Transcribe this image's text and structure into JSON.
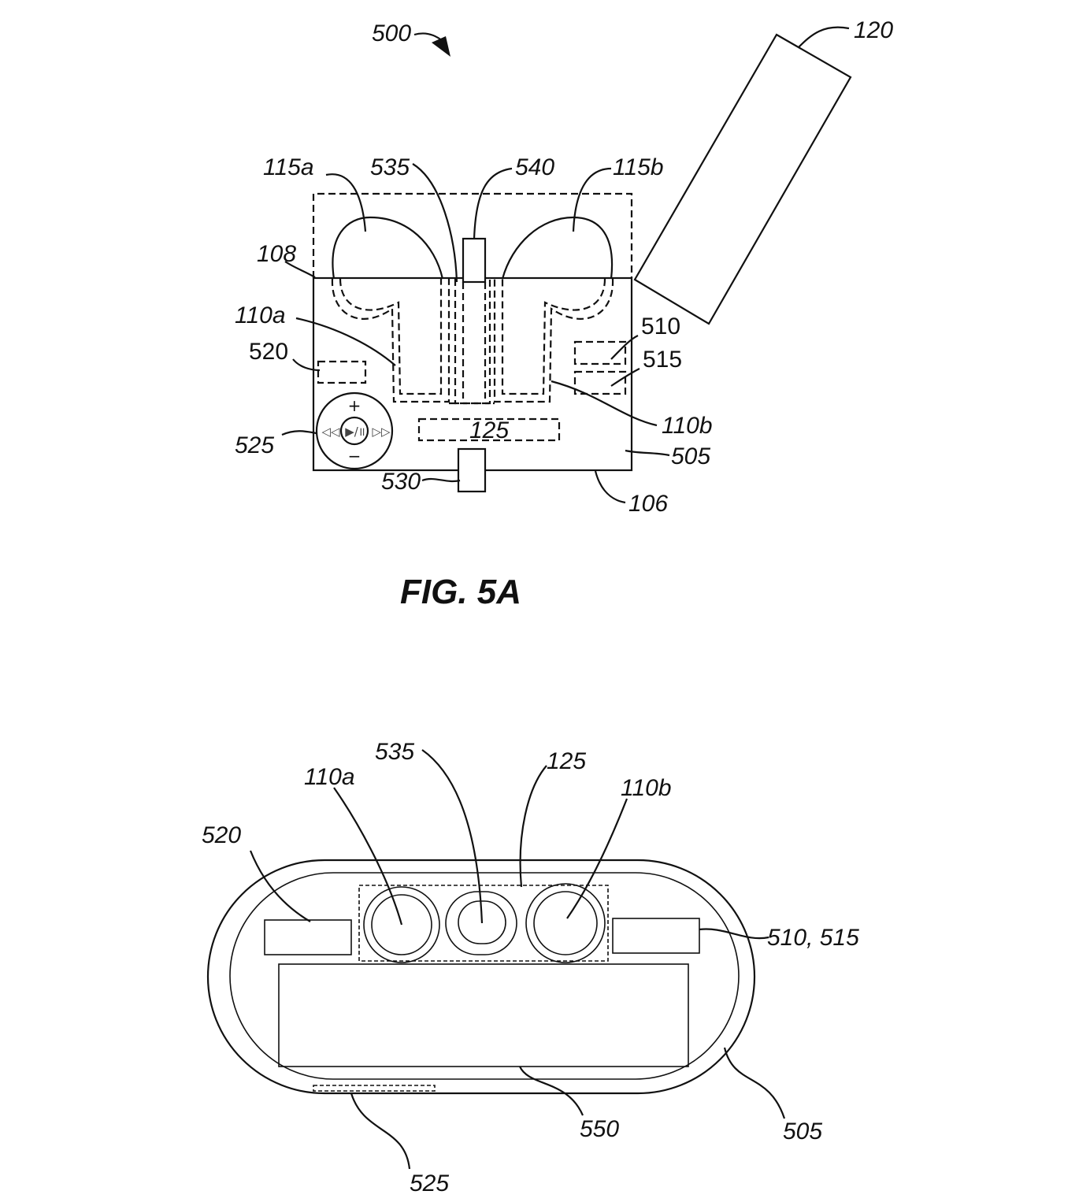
{
  "figure_5a": {
    "caption": "FIG. 5A",
    "labels": {
      "l500": "500",
      "l120": "120",
      "l115a": "115a",
      "l535": "535",
      "l540": "540",
      "l115b": "115b",
      "l108": "108",
      "l110a": "110a",
      "l510": "510",
      "l515": "515",
      "l520": "520",
      "l525": "525",
      "l125": "125",
      "l110b": "110b",
      "l505": "505",
      "l530": "530",
      "l106": "106"
    },
    "control_wheel": {
      "plus": "+",
      "minus": "−",
      "rewind": "◁◁",
      "forward": "▷▷",
      "play_pause": "▶/॥"
    }
  },
  "figure_5b": {
    "labels": {
      "l535": "535",
      "l125": "125",
      "l110a": "110a",
      "l110b": "110b",
      "l520": "520",
      "l510_515": "510, 515",
      "l550": "550",
      "l505": "505",
      "l525": "525"
    }
  }
}
